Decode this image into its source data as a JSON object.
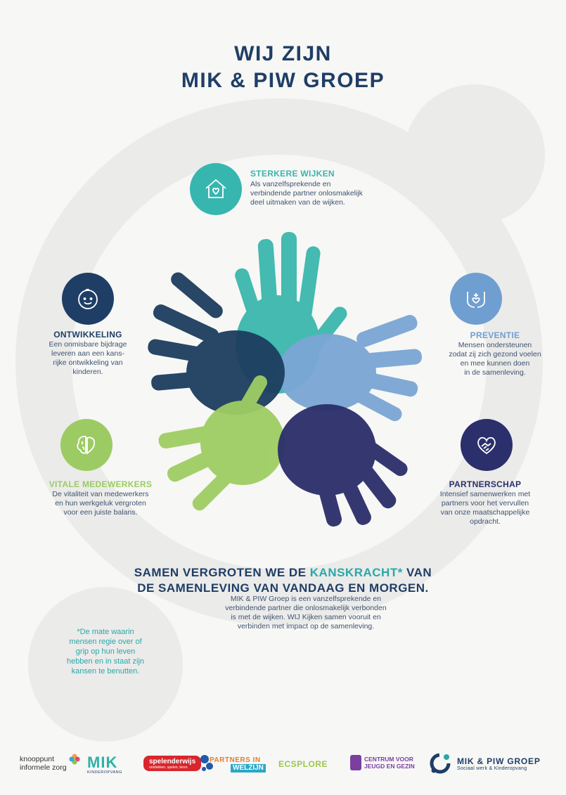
{
  "title": {
    "line1": "WIJ ZIJN",
    "line2": "MIK & PIW GROEP"
  },
  "sections": {
    "sterkere": {
      "title": "STERKERE WIJKEN",
      "lines": [
        "Als vanzelfsprekende en",
        "verbindende partner onlosmakelijk",
        "deel uitmaken van de wijken."
      ],
      "color": "#37b6b0",
      "icon": "house-heart-icon"
    },
    "ontwikkeling": {
      "title": "ONTWIKKELING",
      "lines": [
        "Een onmisbare bijdrage",
        "leveren aan een kans-",
        "rijke ontwikkeling van",
        "kinderen."
      ],
      "color": "#1f3e66",
      "icon": "baby-face-icon"
    },
    "preventie": {
      "title": "PREVENTIE",
      "lines": [
        "Mensen ondersteunen",
        "zodat zij zich gezond voelen",
        "en mee kunnen doen",
        "in de samenleving."
      ],
      "color": "#6f9fd0",
      "icon": "hands-cross-icon"
    },
    "vitale": {
      "title": "VITALE MEDEWERKERS",
      "lines": [
        "De vitaliteit van medewerkers",
        "en hun werkgeluk vergroten",
        "voor een juiste balans."
      ],
      "color": "#9ccb63",
      "icon": "brain-heart-icon"
    },
    "partnerschap": {
      "title": "PARTNERSCHAP",
      "lines": [
        "Intensief samenwerken met",
        "partners voor het vervullen",
        "van onze maatschappelijke",
        "opdracht."
      ],
      "color": "#2b2f6b",
      "icon": "handshake-heart-icon"
    }
  },
  "headline": {
    "line1_pre": "SAMEN VERGROTEN WE DE ",
    "line1_hl": "KANSKRACHT*",
    "line1_post": " VAN",
    "line2": "DE SAMENLEVING VAN VANDAAG EN MORGEN."
  },
  "body": [
    "MIK & PIW Groep is een vanzelfsprekende en",
    "verbindende partner die onlosmakelijk verbonden",
    "is met de wijken. WIJ Kijken samen vooruit en",
    "verbinden met impact op de samenleving."
  ],
  "footnote": [
    "*De mate waarin",
    "mensen regie over of",
    "grip op hun leven",
    "hebben en in staat zijn",
    "kansen te benutten."
  ],
  "logos": {
    "knooppunt": {
      "line1": "knooppunt",
      "line2": "informele zorg"
    },
    "mik": {
      "name": "MIK",
      "sub": "KINDEROPVANG"
    },
    "spelenderwijs": {
      "name": "spelenderwijs",
      "sub": "ontdekken, spelen, leren"
    },
    "partners": {
      "line1": "PARTNERS IN",
      "line2": "WELZIJN"
    },
    "ecsplore": {
      "name": "ECSPLORE"
    },
    "cjg": {
      "line1": "CENTRUM VOOR",
      "line2": "JEUGD EN GEZIN"
    },
    "mikpiw": {
      "name": "MIK & PIW GROEP",
      "sub": "Sociaal werk & Kinderopvang"
    }
  },
  "colors": {
    "navy": "#1f3e66",
    "teal": "#37b6b0",
    "blue": "#6f9fd0",
    "green": "#9ccb63",
    "indigo": "#2b2f6b"
  }
}
